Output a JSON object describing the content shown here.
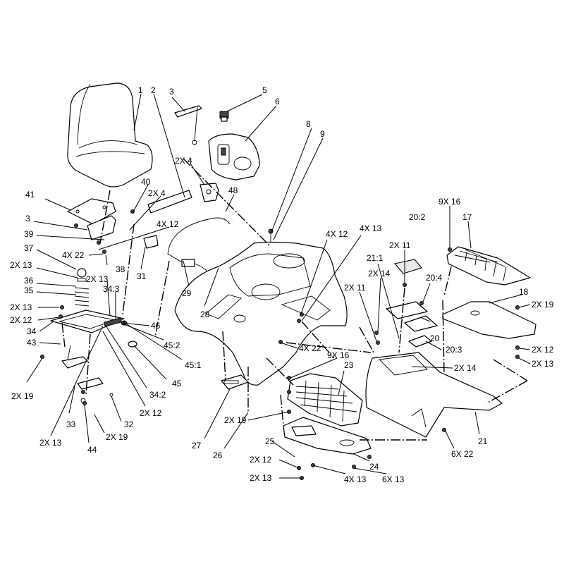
{
  "callouts": [
    {
      "id": "c1",
      "text": "1"
    },
    {
      "id": "c2",
      "text": "2"
    },
    {
      "id": "c3a",
      "text": "3"
    },
    {
      "id": "c5",
      "text": "5"
    },
    {
      "id": "c6",
      "text": "6"
    },
    {
      "id": "c8",
      "text": "8"
    },
    {
      "id": "c9",
      "text": "9"
    },
    {
      "id": "c2x4a",
      "text": "2X 4"
    },
    {
      "id": "c40",
      "text": "40"
    },
    {
      "id": "c2x4b",
      "text": "2X 4"
    },
    {
      "id": "c48",
      "text": "48"
    },
    {
      "id": "c41",
      "text": "41"
    },
    {
      "id": "c3b",
      "text": "3"
    },
    {
      "id": "c4x12a",
      "text": "4X 12"
    },
    {
      "id": "c39",
      "text": "39"
    },
    {
      "id": "c37",
      "text": "37"
    },
    {
      "id": "c4x22a",
      "text": "4X 22"
    },
    {
      "id": "c38",
      "text": "38"
    },
    {
      "id": "c2x13a",
      "text": "2X 13"
    },
    {
      "id": "c36",
      "text": "36"
    },
    {
      "id": "c2x13b",
      "text": "2X 13"
    },
    {
      "id": "c35",
      "text": "35"
    },
    {
      "id": "c343",
      "text": "34:3"
    },
    {
      "id": "c31",
      "text": "31"
    },
    {
      "id": "c2x13c",
      "text": "2X 13"
    },
    {
      "id": "c2x12a",
      "text": "2X 12"
    },
    {
      "id": "c29",
      "text": "29"
    },
    {
      "id": "c46",
      "text": "46"
    },
    {
      "id": "c34",
      "text": "34"
    },
    {
      "id": "c28",
      "text": "28"
    },
    {
      "id": "c452",
      "text": "45:2"
    },
    {
      "id": "c43",
      "text": "43"
    },
    {
      "id": "c451",
      "text": "45:1"
    },
    {
      "id": "c45",
      "text": "45"
    },
    {
      "id": "c342",
      "text": "34:2"
    },
    {
      "id": "c2x19a",
      "text": "2X 19"
    },
    {
      "id": "c2x12b",
      "text": "2X 12"
    },
    {
      "id": "c33",
      "text": "33"
    },
    {
      "id": "c32",
      "text": "32"
    },
    {
      "id": "c2x13d",
      "text": "2X 13"
    },
    {
      "id": "c44",
      "text": "44"
    },
    {
      "id": "c2x19b",
      "text": "2X 19"
    },
    {
      "id": "c27",
      "text": "27"
    },
    {
      "id": "c26",
      "text": "26"
    },
    {
      "id": "c4x12b",
      "text": "4X 12"
    },
    {
      "id": "c4x13a",
      "text": "4X 13"
    },
    {
      "id": "c2x11a",
      "text": "2X 11"
    },
    {
      "id": "c211",
      "text": "21:1"
    },
    {
      "id": "c2x14a",
      "text": "2X 14"
    },
    {
      "id": "c2x11b",
      "text": "2X 11"
    },
    {
      "id": "c9x16a",
      "text": "9X 16"
    },
    {
      "id": "c17",
      "text": "17"
    },
    {
      "id": "c202",
      "text": "20:2"
    },
    {
      "id": "c204",
      "text": "20:4"
    },
    {
      "id": "c18",
      "text": "18"
    },
    {
      "id": "c2x19c",
      "text": "2X 19"
    },
    {
      "id": "c20",
      "text": "20"
    },
    {
      "id": "c203",
      "text": "20:3"
    },
    {
      "id": "c4x22b",
      "text": "4X 22"
    },
    {
      "id": "c9x16b",
      "text": "9X 16"
    },
    {
      "id": "c23",
      "text": "23"
    },
    {
      "id": "c2x14b",
      "text": "2X 14"
    },
    {
      "id": "c2x12c",
      "text": "2X 12"
    },
    {
      "id": "c2x13e",
      "text": "2X 13"
    },
    {
      "id": "c2x19d",
      "text": "2X 19"
    },
    {
      "id": "c21",
      "text": "21"
    },
    {
      "id": "c6x22",
      "text": "6X 22"
    },
    {
      "id": "c25",
      "text": "25"
    },
    {
      "id": "c2x12d",
      "text": "2X 12"
    },
    {
      "id": "c24",
      "text": "24"
    },
    {
      "id": "c2x13f",
      "text": "2X 13"
    },
    {
      "id": "c4x13b",
      "text": "4X 13"
    },
    {
      "id": "c6x13",
      "text": "6X 13"
    }
  ]
}
